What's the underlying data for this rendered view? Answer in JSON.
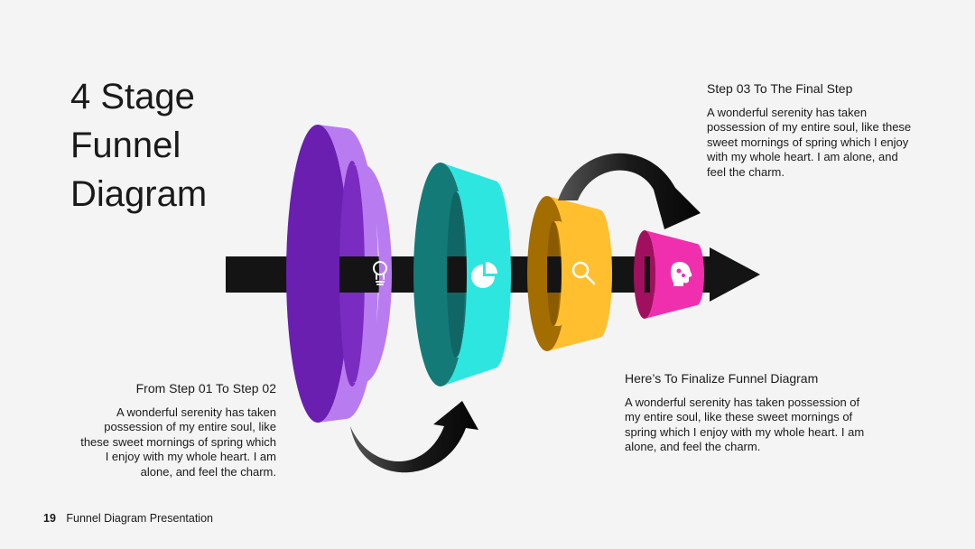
{
  "title": {
    "line1": "4 Stage",
    "line2": "Funnel",
    "line3": "Diagram"
  },
  "steps": [
    {
      "heading": "From Step 01 To Step 02",
      "body": "A wonderful serenity has taken possession of my entire soul, like these sweet mornings of spring which I enjoy with my whole heart. I am alone, and feel the charm."
    },
    {
      "heading": "Step 03 To The Final Step",
      "body": "A wonderful serenity has taken possession of my entire soul, like these sweet mornings of spring which I enjoy with my whole heart. I am alone, and feel the charm."
    },
    {
      "heading": "Here’s To Finalize Funnel Diagram",
      "body": "A wonderful serenity has taken possession of my entire soul, like these sweet mornings of spring which I enjoy with my whole heart. I am alone, and feel the charm."
    }
  ],
  "footer": {
    "page_number": "19",
    "label": "Funnel Diagram Presentation"
  },
  "stages": [
    {
      "icon": "lightbulb-icon",
      "outer": "#6a1fb0",
      "inner": "#b97cf0"
    },
    {
      "icon": "pie-chart-icon",
      "outer": "#137a78",
      "inner": "#2ee6e0"
    },
    {
      "icon": "magnifier-icon",
      "outer": "#a36d00",
      "inner": "#ffbf2f"
    },
    {
      "icon": "head-gears-icon",
      "outer": "#a0105e",
      "inner": "#f02fae"
    }
  ],
  "colors": {
    "arrow": "#141414",
    "background": "#f4f4f4"
  }
}
